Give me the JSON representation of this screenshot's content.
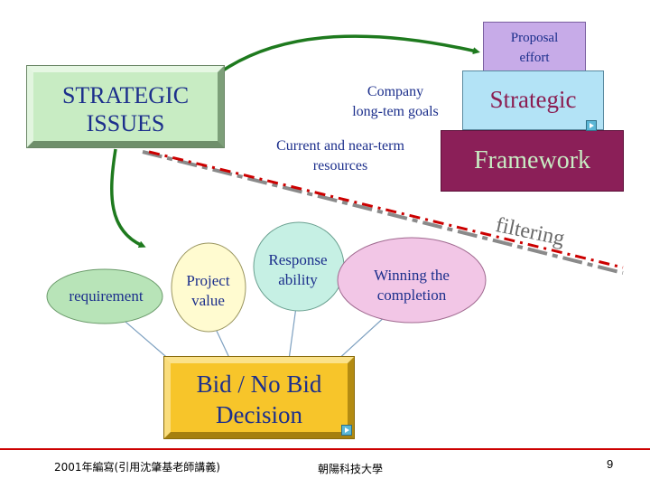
{
  "strategic_issues": "STRATEGIC\nISSUES",
  "proposal_effort": "Proposal\neffort",
  "strategic": "Strategic",
  "framework": "Framework",
  "company_goals": "Company\nlong-tem goals",
  "current_resources": "Current and near-term\nresources",
  "filtering": "filtering",
  "ellipses": {
    "requirement": "requirement",
    "project_value": "Project\nvalue",
    "response_ability": "Response\nability",
    "winning_completion": "Winning the\ncompletion"
  },
  "decision": "Bid / No Bid\nDecision",
  "footer": {
    "left": "2001年編寫(引用沈肇基老師講義)",
    "center": "朝陽科技大學",
    "page": "9"
  },
  "colors": {
    "label_blue": "#1c2f8c",
    "framework_purple": "#8b1f58",
    "arrow_green": "#1e7a1e",
    "filter_red": "#cc0000"
  }
}
